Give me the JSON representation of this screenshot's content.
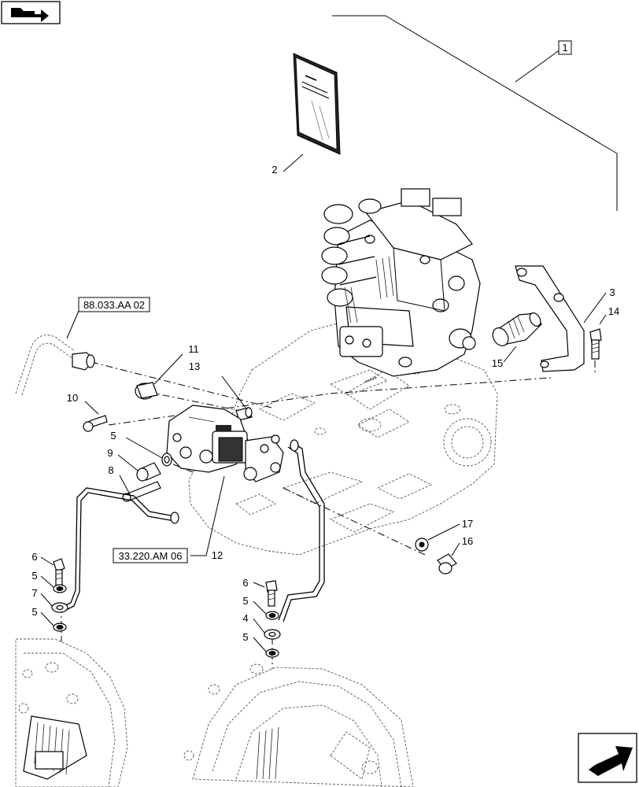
{
  "callouts": {
    "kit": "1",
    "c2": "2",
    "c3": "3",
    "c4": "4",
    "c5a": "5",
    "c5b": "5",
    "c5c": "5",
    "c5d": "5",
    "c5e": "5",
    "c6a": "6",
    "c6b": "6",
    "c7": "7",
    "c8": "8",
    "c9": "9",
    "c10": "10",
    "c11": "11",
    "c12": "12",
    "c13": "13",
    "c14": "14",
    "c15": "15",
    "c16": "16",
    "c17": "17"
  },
  "references": {
    "ref_top": "88.033.AA 02",
    "ref_bottom": "33.220.AM 06"
  },
  "icons": {
    "top_left": "book-arrow-icon",
    "bottom_right": "direction-arrow-icon"
  }
}
